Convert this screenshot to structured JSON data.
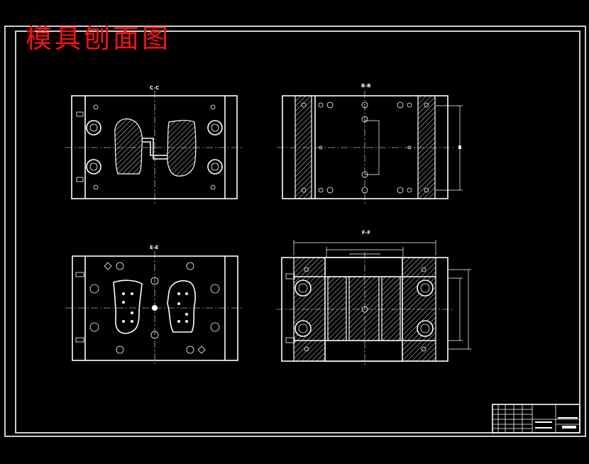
{
  "drawing": {
    "title": "模具刨面图",
    "title_color": "#ff1010",
    "background": "#000000",
    "line_color": "#ffffff",
    "views": [
      {
        "id": "view-c-c",
        "label": "C-C"
      },
      {
        "id": "view-b-b",
        "label": "B-B"
      },
      {
        "id": "view-e-e",
        "label": "E-E"
      },
      {
        "id": "view-f-f",
        "label": "F-F"
      }
    ]
  }
}
